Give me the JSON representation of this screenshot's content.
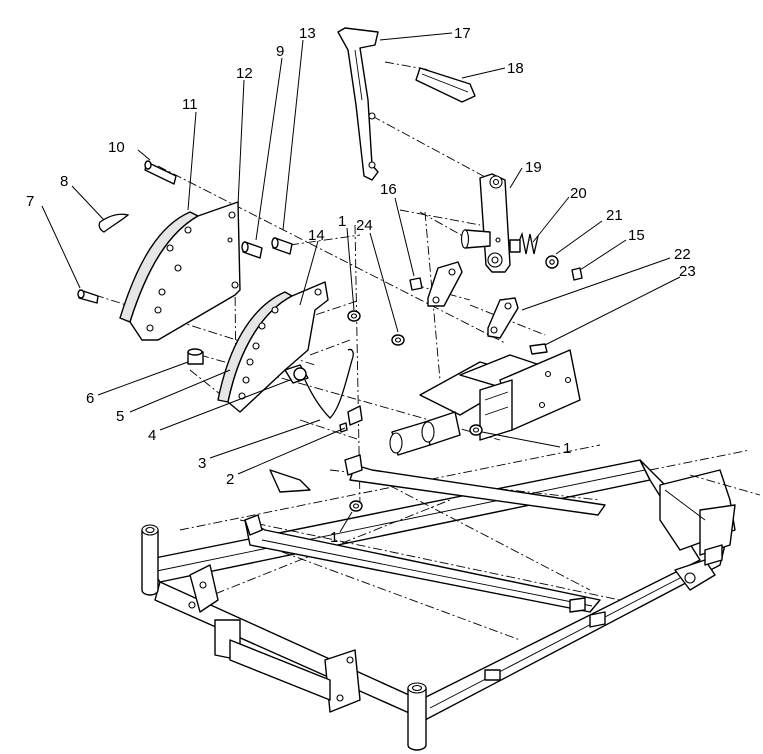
{
  "callouts": [
    {
      "id": "c17",
      "text": "17"
    },
    {
      "id": "c18",
      "text": "18"
    },
    {
      "id": "c13",
      "text": "13"
    },
    {
      "id": "c9",
      "text": "9"
    },
    {
      "id": "c12",
      "text": "12"
    },
    {
      "id": "c11",
      "text": "11"
    },
    {
      "id": "c10",
      "text": "10"
    },
    {
      "id": "c8",
      "text": "8"
    },
    {
      "id": "c7",
      "text": "7"
    },
    {
      "id": "c19",
      "text": "19"
    },
    {
      "id": "c16",
      "text": "16"
    },
    {
      "id": "c20",
      "text": "20"
    },
    {
      "id": "c21",
      "text": "21"
    },
    {
      "id": "c15",
      "text": "15"
    },
    {
      "id": "c22",
      "text": "22"
    },
    {
      "id": "c23",
      "text": "23"
    },
    {
      "id": "c14",
      "text": "14"
    },
    {
      "id": "c1a",
      "text": "1"
    },
    {
      "id": "c24",
      "text": "24"
    },
    {
      "id": "c6",
      "text": "6"
    },
    {
      "id": "c5",
      "text": "5"
    },
    {
      "id": "c4",
      "text": "4"
    },
    {
      "id": "c3",
      "text": "3"
    },
    {
      "id": "c2",
      "text": "2"
    },
    {
      "id": "c1b",
      "text": "1"
    },
    {
      "id": "c1c",
      "text": "1"
    }
  ]
}
